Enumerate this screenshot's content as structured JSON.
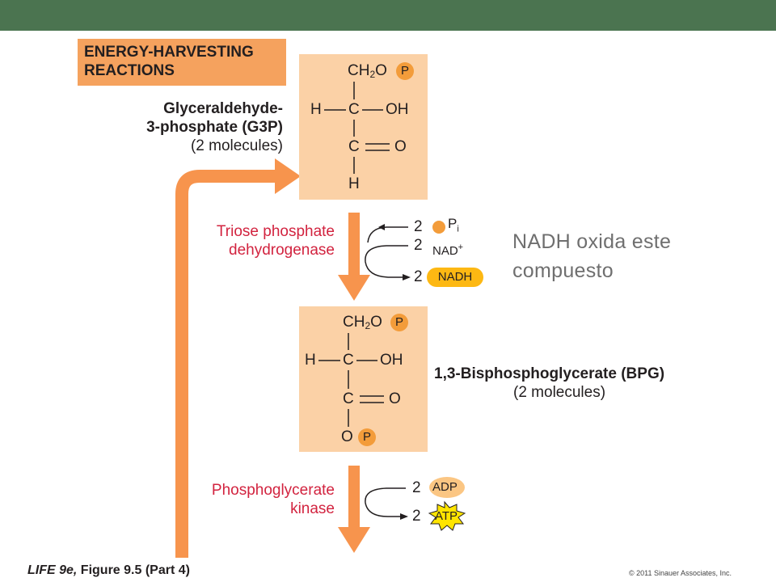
{
  "section": {
    "title_line1": "ENERGY-HARVESTING",
    "title_line2": "REACTIONS"
  },
  "g3p": {
    "name_line1": "Glyceraldehyde-",
    "name_line2": "3-phosphate (G3P)",
    "count": "(2 molecules)",
    "ch2o": "CH",
    "ch2o_sub": "2",
    "ch2o_tail": "O",
    "p": "P",
    "h_left": "H",
    "c1": "C",
    "oh": "OH",
    "c2": "C",
    "o": "O",
    "h_bottom": "H"
  },
  "step1": {
    "enzyme_line1": "Triose phosphate",
    "enzyme_line2": "dehydrogenase",
    "pi_coef": "2",
    "pi_label": "P",
    "pi_sub": "i",
    "nad_coef": "2",
    "nad_label": "NAD",
    "nad_sup": "+",
    "nadh_coef": "2",
    "nadh_label": "NADH"
  },
  "annotation": {
    "line1": "NADH oxida este",
    "line2": "compuesto"
  },
  "bpg": {
    "name": "1,3-Bisphosphoglycerate (BPG)",
    "count": "(2 molecules)",
    "ch2o": "CH",
    "ch2o_sub": "2",
    "ch2o_tail": "O",
    "p_top": "P",
    "h_left": "H",
    "c1": "C",
    "oh": "OH",
    "c2": "C",
    "o_right": "O",
    "o_bottom": "O",
    "p_bottom": "P"
  },
  "step2": {
    "enzyme_line1": "Phosphoglycerate",
    "enzyme_line2": "kinase",
    "adp_coef": "2",
    "adp_label": "ADP",
    "atp_coef": "2",
    "atp_label": "ATP"
  },
  "caption": {
    "book": "LIFE 9e,",
    "figure": " Figure 9.5 (Part 4)"
  },
  "copyright": "© 2011 Sinauer Associates, Inc.",
  "colors": {
    "topbar": "#4b7450",
    "orange_box": "#f5a25e",
    "molecule_box": "#fbd1a6",
    "arrow": "#f7944d",
    "enzyme_text": "#d2233f",
    "phosphate": "#f39c3a",
    "nadh_pill": "#fdb813",
    "atp_star": "#ffe500"
  }
}
